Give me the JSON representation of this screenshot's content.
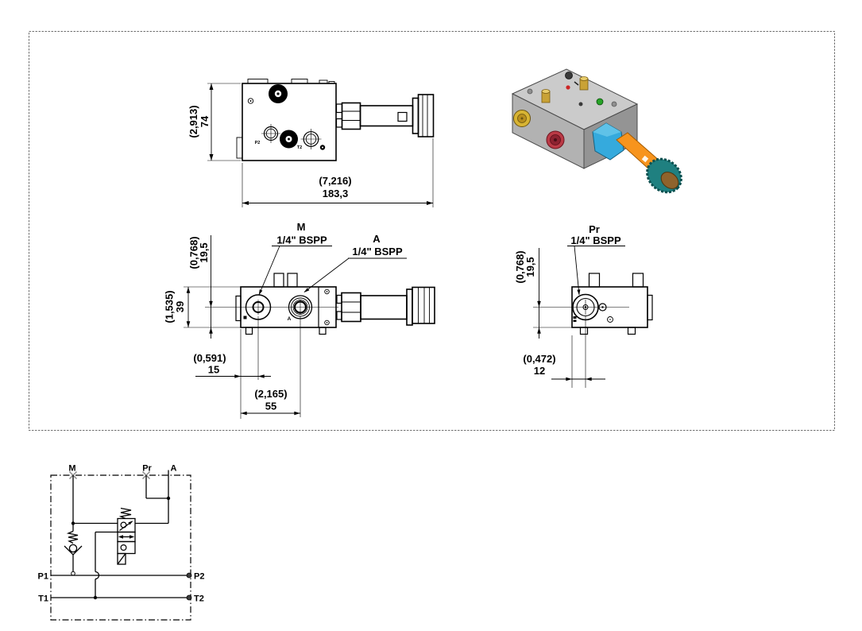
{
  "frame": {
    "stroke": "#6e6e6e"
  },
  "views": {
    "top": {
      "dim_height": {
        "inch": "(2,913)",
        "mm": "74"
      },
      "dim_length": {
        "inch": "(7,216)",
        "mm": "183,3"
      },
      "stamp_left": "P2",
      "stamp_right": "T2"
    },
    "front": {
      "port_m": {
        "name": "M",
        "thread": "1/4\" BSPP"
      },
      "port_a": {
        "name": "A",
        "thread": "1/4\" BSPP"
      },
      "stamp_a": "A",
      "dim_center": {
        "inch": "(0,768)",
        "mm": "19,5"
      },
      "dim_height": {
        "inch": "(1,535)",
        "mm": "39"
      },
      "dim_m_offset": {
        "inch": "(0,591)",
        "mm": "15"
      },
      "dim_a_offset": {
        "inch": "(2,165)",
        "mm": "55"
      }
    },
    "side": {
      "port_pr": {
        "name": "Pr",
        "thread": "1/4\" BSPP"
      },
      "dim_center": {
        "inch": "(0,768)",
        "mm": "19,5"
      },
      "dim_pr_offset": {
        "inch": "(0,472)",
        "mm": "12"
      }
    },
    "render3d": {
      "body_top": "#cbcbcb",
      "body_left": "#b2b2b2",
      "body_right": "#949494",
      "plug_yellow": "#d8b433",
      "port_red": "#bb3a46",
      "nut_blue": "#35aadd",
      "tube_orange": "#f7941d",
      "knob_teal": "#1f8080",
      "knob_face_brown": "#8f632c",
      "led_green": "#27a327",
      "dot_red": "#cc2525"
    }
  },
  "schematic": {
    "ports": {
      "m": "M",
      "pr": "Pr",
      "a": "A",
      "p1": "P1",
      "p2": "P2",
      "t1": "T1",
      "t2": "T2"
    }
  }
}
